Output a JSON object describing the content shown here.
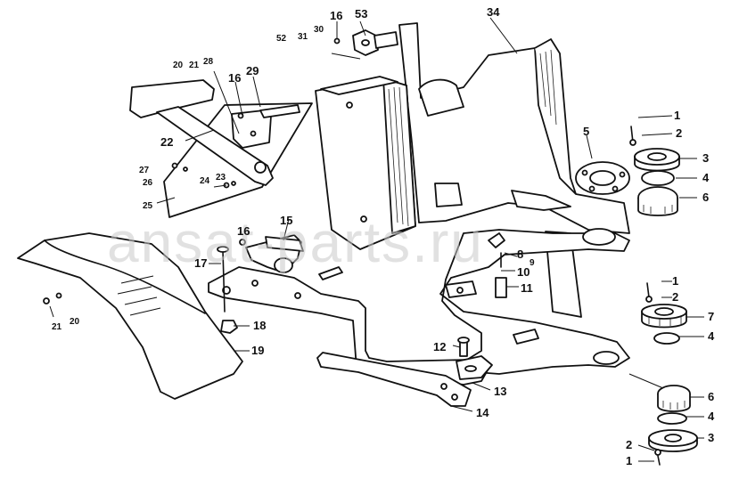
{
  "diagram": {
    "watermark": "ansat-parts.ru",
    "labels": {
      "l1a": "1",
      "l2a": "2",
      "l3a": "3",
      "l4a": "4",
      "l6a": "6",
      "l5": "5",
      "l34": "34",
      "l53": "53",
      "l16a": "16",
      "l52": "52",
      "l31": "31",
      "l30": "30",
      "l20a": "20",
      "l21a": "21",
      "l28": "28",
      "l16b": "16",
      "l29": "29",
      "l22": "22",
      "l27": "27",
      "l26": "26",
      "l24": "24",
      "l23": "23",
      "l25": "25",
      "l15": "15",
      "l16c": "16",
      "l17": "17",
      "l8": "8",
      "l9": "9",
      "l10": "10",
      "l11": "11",
      "l18": "18",
      "l19": "19",
      "l21b": "21",
      "l20b": "20",
      "l1b": "1",
      "l2b": "2",
      "l7": "7",
      "l4b": "4",
      "l12": "12",
      "l13": "13",
      "l14": "14",
      "l6b": "6",
      "l4c": "4",
      "l3b": "3",
      "l2c": "2",
      "l1c": "1"
    }
  }
}
